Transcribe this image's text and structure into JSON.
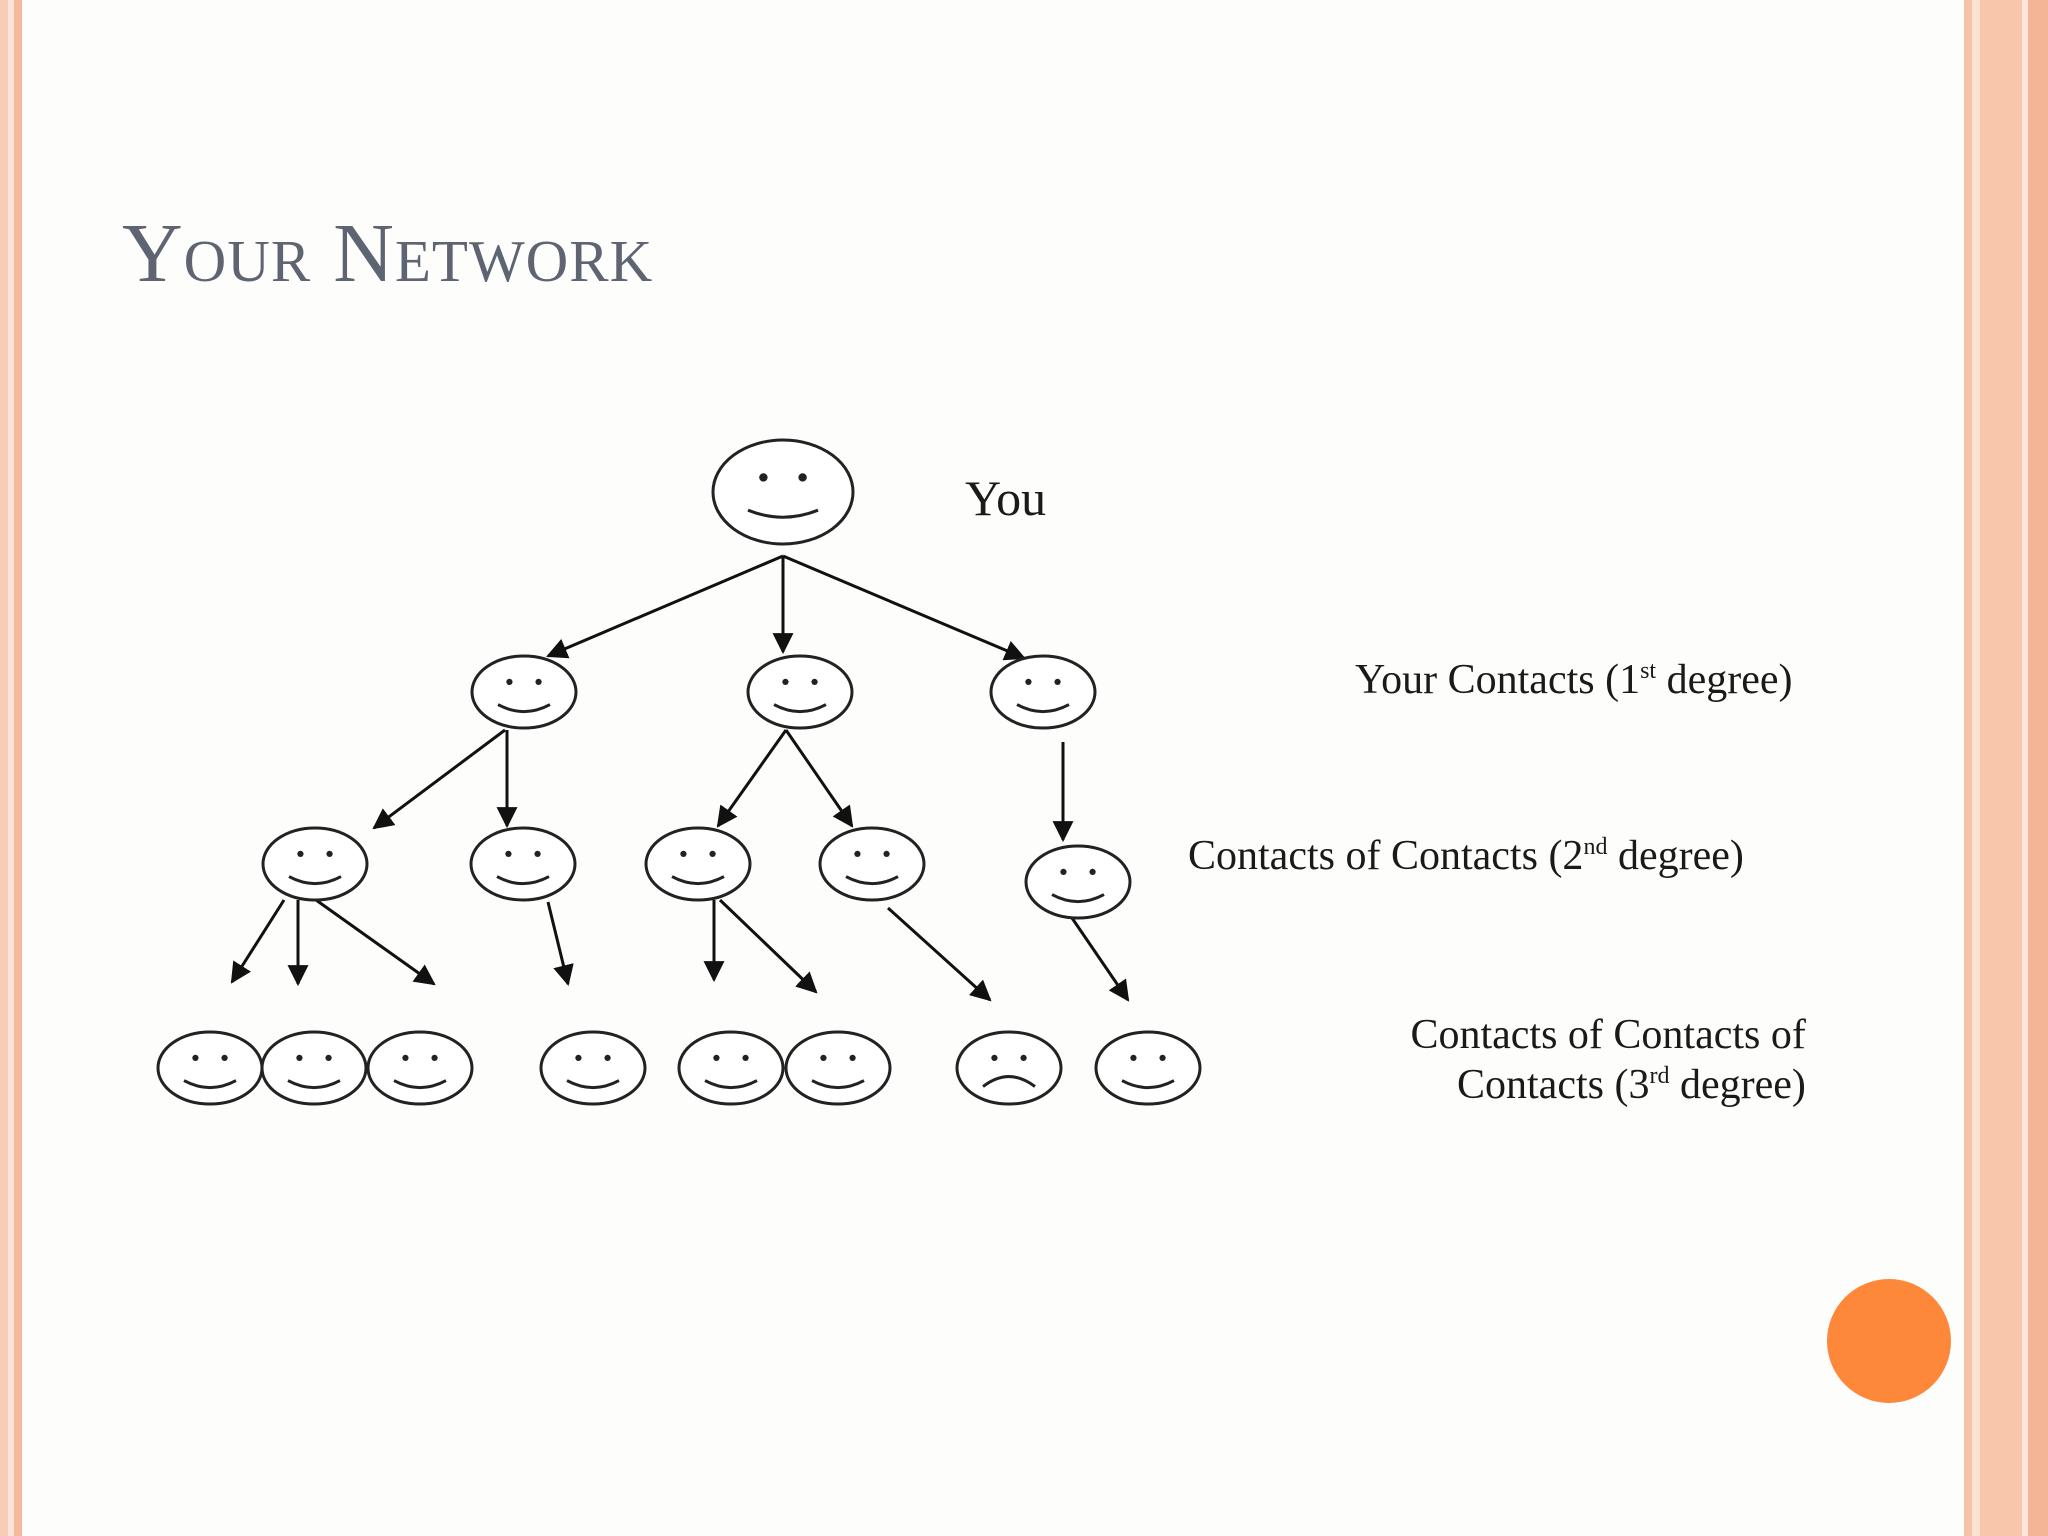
{
  "slide": {
    "title": "Your Network"
  },
  "diagram": {
    "you_label": "You",
    "level1": {
      "text": "Your Contacts (1",
      "sup": "st",
      "after": " degree)"
    },
    "level2": {
      "text": "Contacts of Contacts (2",
      "sup": "nd",
      "after": " degree)"
    },
    "level3": {
      "line1": "Contacts of Contacts of",
      "line2_text": "Contacts (3",
      "line2_sup": "rd",
      "line2_after": " degree)"
    },
    "faces_level3_frown_index": 6,
    "accent_color": "#fe883a",
    "title_color": "#5e6472"
  }
}
